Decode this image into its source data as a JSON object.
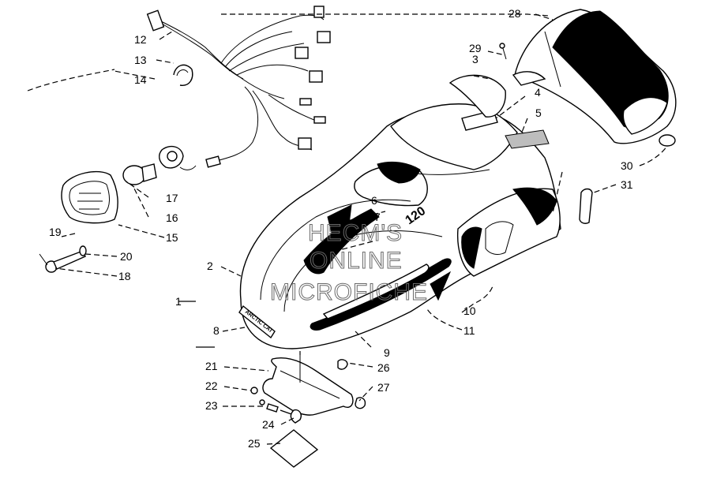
{
  "watermark": {
    "line1": "HECM'S",
    "line2": "ONLINE",
    "line3": "MICROFICHE"
  },
  "labels": {
    "p1": "1",
    "p2": "2",
    "p3": "3",
    "p4": "4",
    "p5": "5",
    "p6": "6",
    "p7": "7",
    "p8": "8",
    "p9": "9",
    "p10": "10",
    "p11": "11",
    "p12": "12",
    "p13": "13",
    "p14": "14",
    "p15": "15",
    "p16": "16",
    "p17": "17",
    "p18": "18",
    "p19": "19",
    "p20": "20",
    "p21": "21",
    "p22": "22",
    "p23": "23",
    "p24": "24",
    "p25": "25",
    "p26": "26",
    "p27": "27",
    "p28": "28",
    "p29": "29",
    "p30": "30",
    "p31": "31"
  },
  "decals": {
    "hood_logo": "ARCTIC CAT",
    "side_model": "120"
  }
}
